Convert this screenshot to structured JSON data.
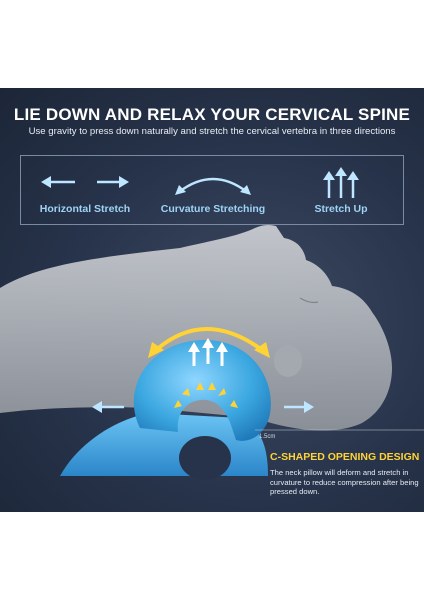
{
  "headline": "LIE DOWN AND RELAX YOUR CERVICAL SPINE",
  "subline": "Use gravity to press down naturally and stretch the cervical vertebra in three directions",
  "directions": [
    {
      "label": "Horizontal Stretch",
      "icon": "double-horizontal-arrow-icon"
    },
    {
      "label": "Curvature Stretching",
      "icon": "curved-arrow-icon"
    },
    {
      "label": "Stretch Up",
      "icon": "triple-up-arrow-icon"
    }
  ],
  "measurement": "1.5cm",
  "design": {
    "title": "C-SHAPED OPENING DESIGN",
    "description": "The neck pillow will deform and stretch in curvature to reduce compression after being pressed down."
  },
  "colors": {
    "background": "#27334a",
    "accent_blue": "#9ed3f5",
    "accent_yellow": "#ffd335",
    "pillow": "#3ba7e0"
  }
}
